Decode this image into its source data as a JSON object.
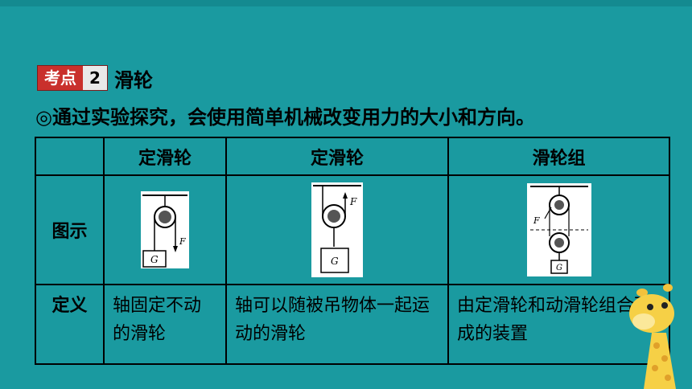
{
  "heading": {
    "badge_label": "考点",
    "badge_number": "2",
    "title": "滑轮"
  },
  "subtitle": "◎通过实验探究，会使用简单机械改变用力的大小和方向。",
  "table": {
    "headers": [
      "",
      "定滑轮",
      "定滑轮",
      "滑轮组"
    ],
    "rows": [
      {
        "label": "图示"
      },
      {
        "label": "定义",
        "cells": [
          "轴固定不动的滑轮",
          "轴可以随被吊物体一起运动的滑轮",
          "由定滑轮和动滑轮组合而成的装置"
        ]
      }
    ]
  },
  "diagrams": {
    "force_label": "F",
    "weight_label": "G"
  },
  "colors": {
    "background": "#1a9aa0",
    "badge_red": "#c9302c"
  }
}
